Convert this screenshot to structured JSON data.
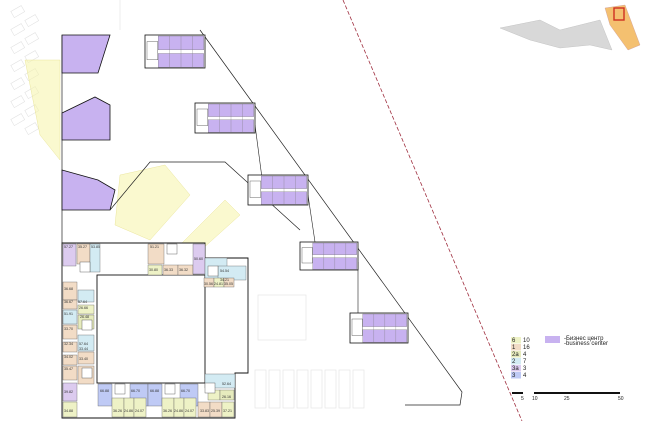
{
  "colors": {
    "type_6": "#eef2c6",
    "type_1": "#f2dcc6",
    "type_2a": "#e6ebbd",
    "type_2": "#d3ebf3",
    "type_3a": "#dccbef",
    "type_3": "#bfcaf5",
    "business_center": "#c8b2f0",
    "park_hatch": "#f6f4a8",
    "site_line": "#222222",
    "boundary_dashed": "#a03040",
    "context_marker": "#d03020"
  },
  "legend": {
    "rows": [
      {
        "code": "6",
        "count": "10",
        "color_key": "type_6"
      },
      {
        "code": "1",
        "count": "16",
        "color_key": "type_1"
      },
      {
        "code": "2a",
        "count": "4",
        "color_key": "type_2a"
      },
      {
        "code": "2",
        "count": "7",
        "color_key": "type_2"
      },
      {
        "code": "3a",
        "count": "3",
        "color_key": "type_3a"
      },
      {
        "code": "3",
        "count": "4",
        "color_key": "type_3"
      }
    ],
    "business_center_ru": "-Бизнес центр",
    "business_center_en": "-business center"
  },
  "scale_bar": {
    "ticks": [
      "5",
      "10",
      "25",
      "50"
    ]
  },
  "room_labels": [
    "57.27",
    "35.27",
    "53.85",
    "51.21",
    "50.60",
    "54.54",
    "34.21",
    "30.80",
    "36.33",
    "36.32",
    "30.56",
    "24.81",
    "35.05",
    "36.68",
    "36.67",
    "57.64",
    "26.66",
    "51.91",
    "26.48",
    "33.70",
    "32.34",
    "57.64",
    "33.44",
    "34.02",
    "33.40",
    "35.47",
    "39.82",
    "34.88",
    "66.88",
    "66.70",
    "36.26",
    "24.86",
    "24.07",
    "66.88",
    "66.70",
    "36.26",
    "24.86",
    "24.07",
    "52.64",
    "26.16",
    "33.83",
    "25.39",
    "37.21"
  ]
}
